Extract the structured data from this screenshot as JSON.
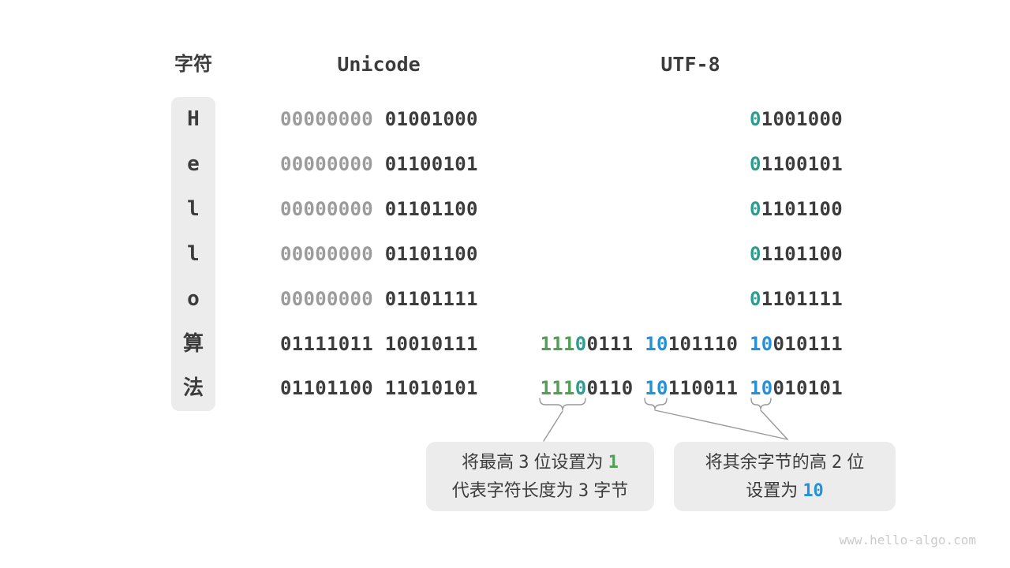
{
  "colors": {
    "dark": "#3C3C3C",
    "gray": "#9B9B9B",
    "green": "#4FA052",
    "teal": "#2E9D8F",
    "blue": "#2491DB",
    "box_bg": "#ECECEC",
    "line": "#999999",
    "watermark": "#CBCBCB"
  },
  "headers": {
    "char": "字符",
    "unicode": "Unicode",
    "utf8": "UTF-8"
  },
  "table": {
    "rows": [
      {
        "char": "H",
        "unicode": [
          {
            "t": "00000000 ",
            "cls": "gray"
          },
          {
            "t": "01001000",
            "cls": "dark"
          }
        ],
        "utf8": [
          {
            "t": "0",
            "cls": "teal"
          },
          {
            "t": "1001000",
            "cls": "dark"
          }
        ]
      },
      {
        "char": "e",
        "unicode": [
          {
            "t": "00000000 ",
            "cls": "gray"
          },
          {
            "t": "01100101",
            "cls": "dark"
          }
        ],
        "utf8": [
          {
            "t": "0",
            "cls": "teal"
          },
          {
            "t": "1100101",
            "cls": "dark"
          }
        ]
      },
      {
        "char": "l",
        "unicode": [
          {
            "t": "00000000 ",
            "cls": "gray"
          },
          {
            "t": "01101100",
            "cls": "dark"
          }
        ],
        "utf8": [
          {
            "t": "0",
            "cls": "teal"
          },
          {
            "t": "1101100",
            "cls": "dark"
          }
        ]
      },
      {
        "char": "l",
        "unicode": [
          {
            "t": "00000000 ",
            "cls": "gray"
          },
          {
            "t": "01101100",
            "cls": "dark"
          }
        ],
        "utf8": [
          {
            "t": "0",
            "cls": "teal"
          },
          {
            "t": "1101100",
            "cls": "dark"
          }
        ]
      },
      {
        "char": "o",
        "unicode": [
          {
            "t": "00000000 ",
            "cls": "gray"
          },
          {
            "t": "01101111",
            "cls": "dark"
          }
        ],
        "utf8": [
          {
            "t": "0",
            "cls": "teal"
          },
          {
            "t": "1101111",
            "cls": "dark"
          }
        ]
      },
      {
        "char": "算",
        "unicode": [
          {
            "t": "01111011 10010111",
            "cls": "dark"
          }
        ],
        "utf8": [
          {
            "t": "111",
            "cls": "green"
          },
          {
            "t": "0",
            "cls": "teal"
          },
          {
            "t": "0111 ",
            "cls": "dark"
          },
          {
            "t": "10",
            "cls": "blue"
          },
          {
            "t": "101110 ",
            "cls": "dark"
          },
          {
            "t": "10",
            "cls": "blue"
          },
          {
            "t": "010111",
            "cls": "dark"
          }
        ]
      },
      {
        "char": "法",
        "unicode": [
          {
            "t": "01101100 11010101",
            "cls": "dark"
          }
        ],
        "utf8": [
          {
            "t": "111",
            "cls": "green"
          },
          {
            "t": "0",
            "cls": "teal"
          },
          {
            "t": "0110 ",
            "cls": "dark"
          },
          {
            "t": "10",
            "cls": "blue"
          },
          {
            "t": "110011 ",
            "cls": "dark"
          },
          {
            "t": "10",
            "cls": "blue"
          },
          {
            "t": "010101",
            "cls": "dark"
          }
        ]
      }
    ]
  },
  "callouts": [
    {
      "lines": [
        [
          {
            "t": "将最高 ",
            "cls": "dark"
          },
          {
            "t": "3",
            "cls": "dark num"
          },
          {
            "t": " 位设置为 ",
            "cls": "dark"
          },
          {
            "t": "1",
            "cls": "green num"
          }
        ],
        [
          {
            "t": "代表字符长度为 ",
            "cls": "dark"
          },
          {
            "t": "3",
            "cls": "dark num"
          },
          {
            "t": " 字节",
            "cls": "dark"
          }
        ]
      ]
    },
    {
      "lines": [
        [
          {
            "t": "将其余字节的高 ",
            "cls": "dark"
          },
          {
            "t": "2",
            "cls": "dark num"
          },
          {
            "t": " 位",
            "cls": "dark"
          }
        ],
        [
          {
            "t": "设置为 ",
            "cls": "dark"
          },
          {
            "t": "10",
            "cls": "blue num"
          }
        ]
      ]
    }
  ],
  "watermark": "www.hello-algo.com"
}
